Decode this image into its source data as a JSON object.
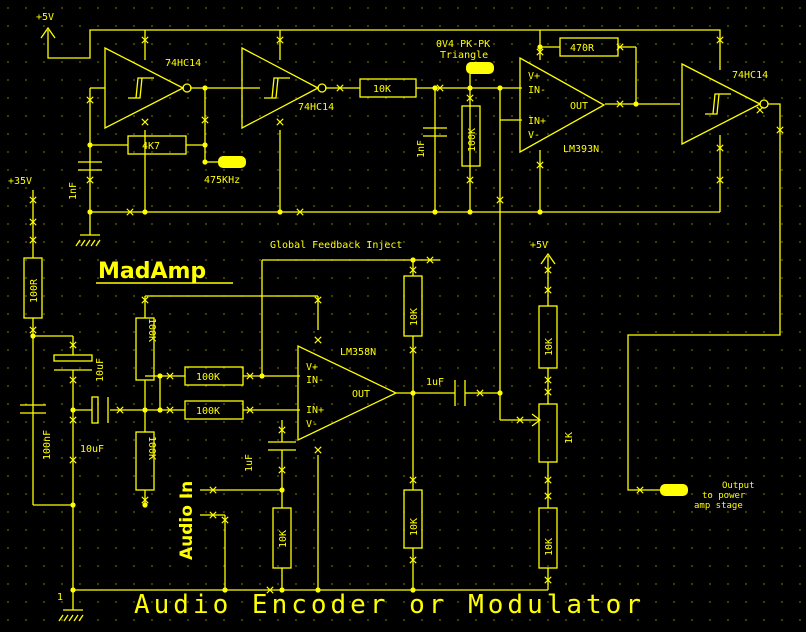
{
  "title": "Audio Encoder or Modulator",
  "brand": "MadAmp",
  "input_label": "Audio In",
  "supplies": {
    "plus5_top": "+5V",
    "plus35": "+35V",
    "plus5_mid": "+5V",
    "ground_pin": "1"
  },
  "chips": {
    "schmitt1": "74HC14",
    "schmitt2": "74HC14",
    "schmitt3": "74HC14",
    "comparator": "LM393N",
    "opamp": "LM358N"
  },
  "pins": {
    "comp_vplus": "V+",
    "comp_inminus": "IN-",
    "comp_inplus": "IN+",
    "comp_vminus": "V-",
    "comp_out": "OUT",
    "op_vplus": "V+",
    "op_inminus": "IN-",
    "op_inplus": "IN+",
    "op_vminus": "V-",
    "op_out": "OUT"
  },
  "components": {
    "r_osc": "4K7",
    "c_osc": "1nF",
    "r_int": "10K",
    "c_int": "1nF",
    "r_int_shunt": "100K",
    "r_hyst": "470R",
    "r_supply": "100R",
    "c_supply_elec": "10uF",
    "c_supply_film": "100nF",
    "c_couple_in": "10uF",
    "r_bias_top": "100K",
    "r_bias_bot": "100K",
    "r_in_inv": "100K",
    "r_in_noninv": "100K",
    "c_audio": "1uF",
    "r_audio": "10K",
    "r_fb_top": "10K",
    "r_fb_bot": "10K",
    "c_out": "1uF",
    "r_div_top": "10K",
    "pot": "1K",
    "r_div_bot": "10K"
  },
  "annotations": {
    "freq": "475KHz",
    "triangle_line1": "0V4 PK-PK",
    "triangle_line2": "Triangle",
    "feedback": "Global Feedback Inject",
    "output_line1": "Output",
    "output_line2": "to power",
    "output_line3": "amp stage"
  },
  "colors": {
    "background": "#000000",
    "ink": "#ffff00",
    "grid": "#6a6a00"
  }
}
